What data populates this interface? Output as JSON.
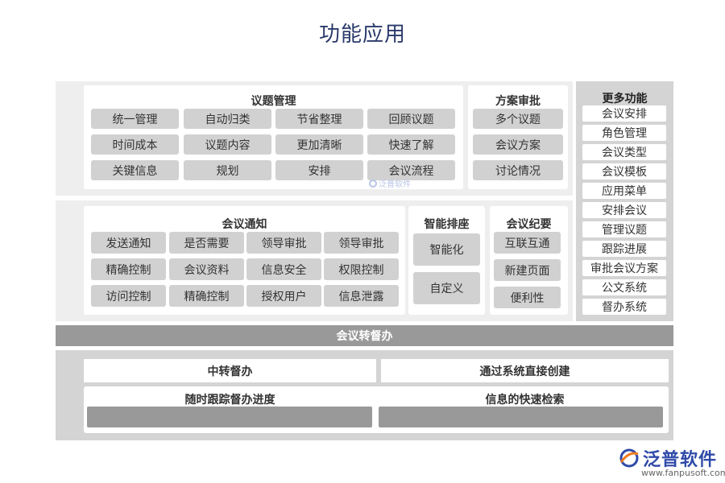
{
  "title": "功能应用",
  "topic_management": {
    "title": "议题管理",
    "items": [
      "统一管理",
      "自动归类",
      "节省整理",
      "回顾议题",
      "时间成本",
      "议题内容",
      "更加清晰",
      "快速了解",
      "关键信息",
      "规划",
      "安排",
      "会议流程"
    ]
  },
  "plan_approval": {
    "title": "方案审批",
    "items": [
      "多个议题",
      "会议方案",
      "讨论情况"
    ]
  },
  "more_functions": {
    "title": "更多功能",
    "items": [
      "会议安排",
      "角色管理",
      "会议类型",
      "会议模板",
      "应用菜单",
      "安排会议",
      "管理议题",
      "跟踪进展",
      "审批会议方案",
      "公文系统",
      "督办系统"
    ]
  },
  "meeting_notice": {
    "title": "会议通知",
    "items": [
      "发送通知",
      "是否需要",
      "领导审批",
      "领导审批",
      "精确控制",
      "会议资料",
      "信息安全",
      "权限控制",
      "访问控制",
      "精确控制",
      "授权用户",
      "信息泄露"
    ]
  },
  "smart_seating": {
    "title": "智能排座",
    "items": [
      "智能化",
      "自定义"
    ]
  },
  "meeting_minutes": {
    "title": "会议纪要",
    "items": [
      "互联互通",
      "新建页面",
      "便利性"
    ]
  },
  "transfer_bar": "会议转督办",
  "bottom": {
    "left_top": "中转督办",
    "right_top": "通过系统直接创建",
    "left_bottom": "随时跟踪督办进度",
    "right_bottom": "信息的快速检索"
  },
  "logo": {
    "name": "泛普软件",
    "url": "www.fanpusoft.com",
    "watermark": "泛普软件"
  },
  "colors": {
    "title": "#2b3a6b",
    "panel": "#eeeeee",
    "button": "#d1d1d1",
    "bar": "#999999",
    "logo": "#2f4aa8",
    "logo_accent": "#f07b1d"
  }
}
